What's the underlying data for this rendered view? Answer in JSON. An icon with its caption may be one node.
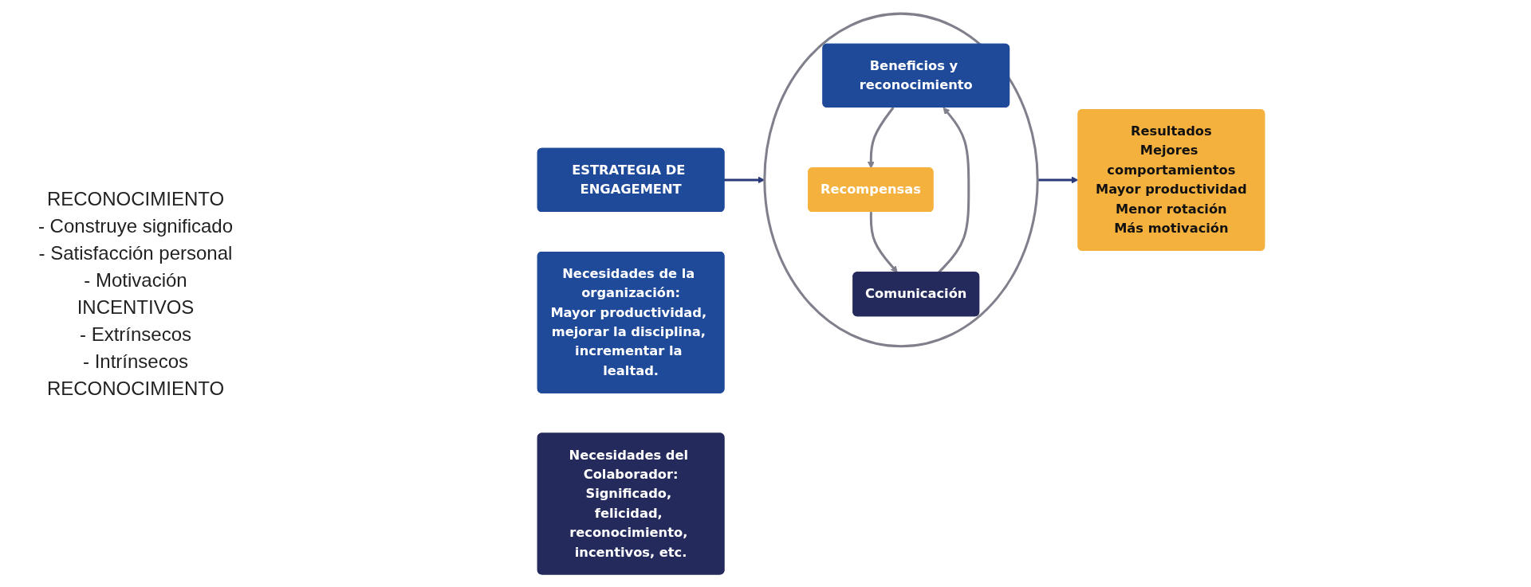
{
  "diagram": {
    "nodes": [
      {
        "text": [
          "ESTRATEGIA DE ENGAGEMENT"
        ]
      },
      {
        "text": [
          "Necesidades de la organización:",
          "Mayor productividad, mejorar la disciplina, incrementar la lealtad."
        ]
      },
      {
        "text": [],
        "shape": "circle"
      },
      {
        "text": [
          "Beneficios y reconocimiento"
        ],
        "in": 2
      },
      {
        "text": [
          "Recompensas"
        ],
        "in": 2
      },
      {
        "text": [
          "Comunicación"
        ],
        "in": 2
      },
      {
        "text": [
          "Necesidades del Colaborador:",
          "Significado, felicidad, reconocimiento, incentivos, etc."
        ]
      },
      {
        "text": [
          "Resultados",
          "Mejores comportamientos",
          "Mayor productividad",
          "Menor rotación",
          "Más motivación"
        ]
      }
    ],
    "edges": [
      {
        "from": 0,
        "to": 2,
        "arrow": "to"
      },
      {
        "from": 3,
        "to": 4,
        "arrow": "to",
        "color": "#7f808c"
      },
      {
        "from": 4,
        "to": 5,
        "arrow": "to",
        "color": "#7f808c"
      },
      {
        "from": 5,
        "to": 3,
        "arrow": "to",
        "color": "#7f808c"
      },
      {
        "from": 2,
        "to": 7,
        "arrow": "to"
      }
    ],
    "labels": [
      "RECONOCIMIENTO",
      "- Construye significado",
      "- Satisfacción personal",
      "- Motivación",
      "INCENTIVOS",
      "- Extrínsecos",
      "- Intrínsecos",
      "RECONOCIMIENTO"
    ]
  }
}
